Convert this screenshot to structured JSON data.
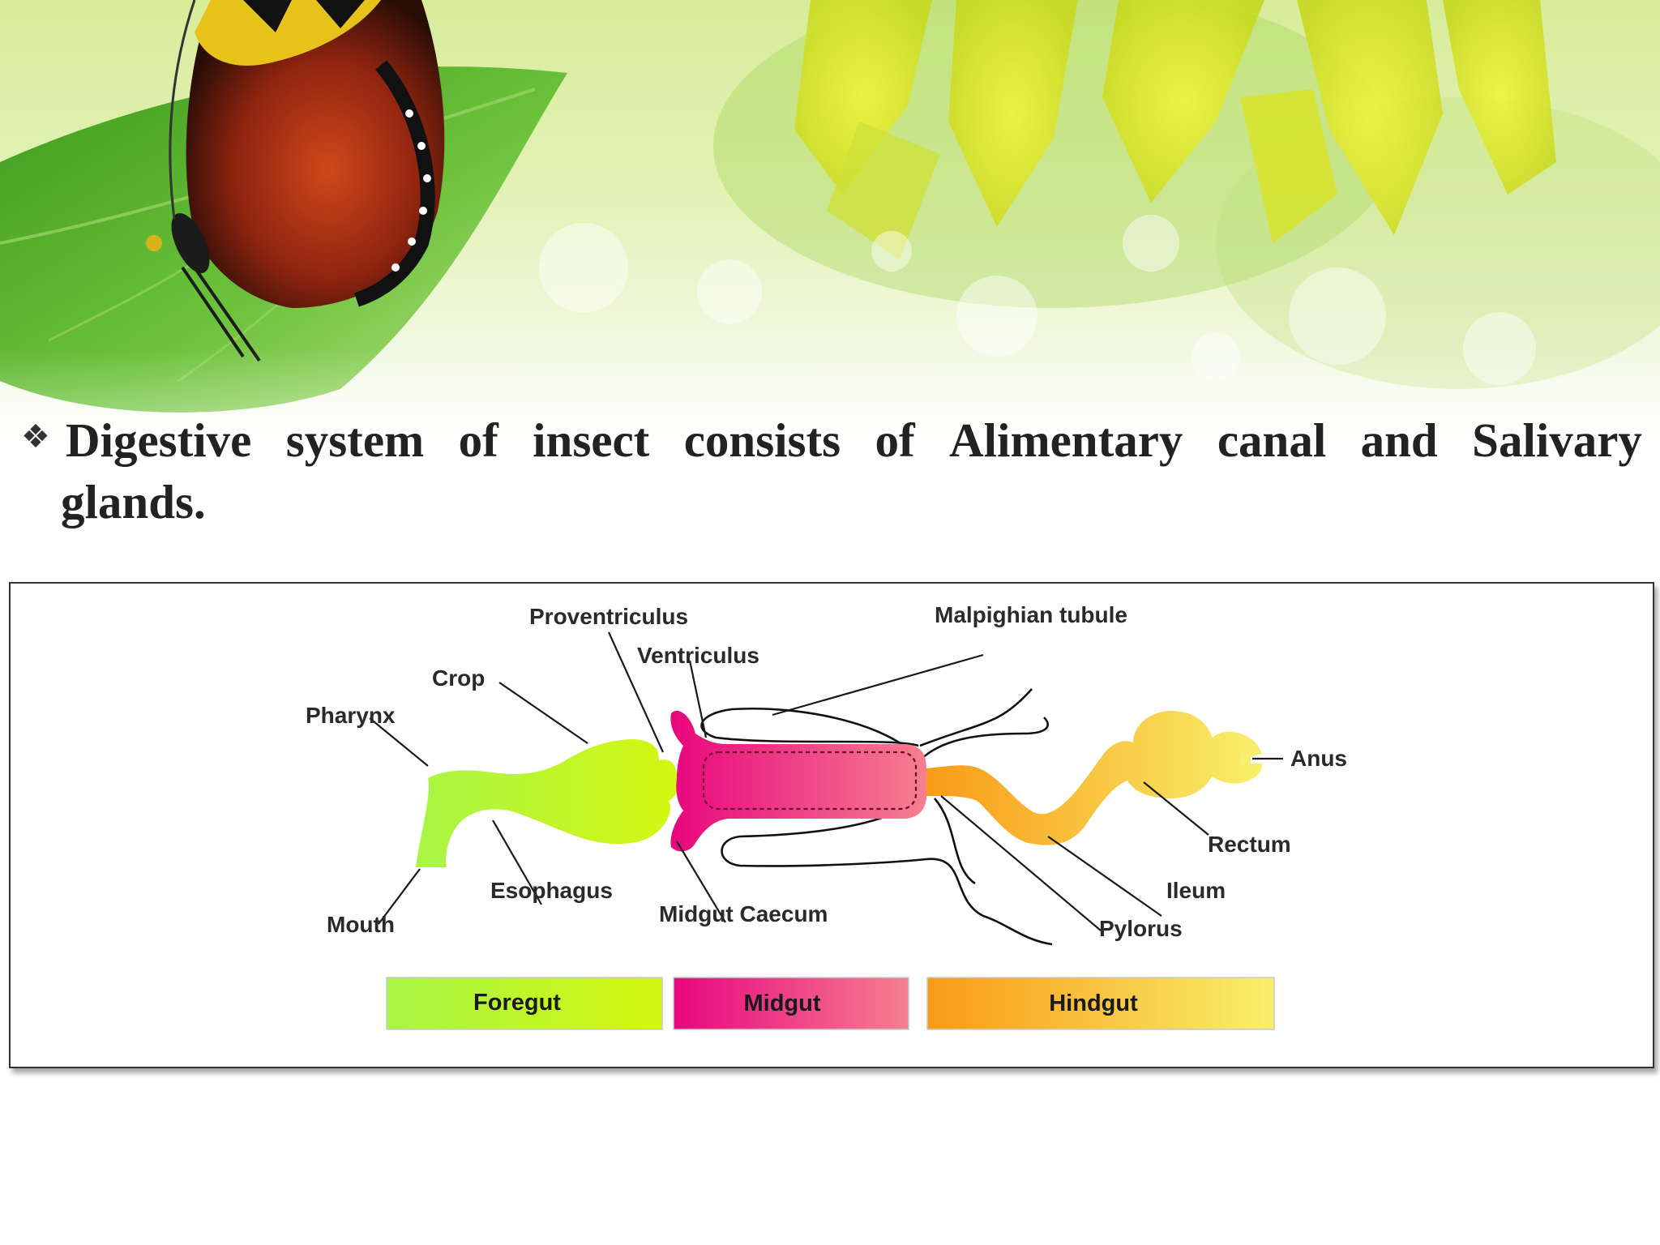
{
  "slide": {
    "bullet_symbol": "❖",
    "bullet_text": "Digestive system of insect consists of Alimentary canal and Salivary glands."
  },
  "diagram": {
    "labels": {
      "proventriculus": "Proventriculus",
      "malpighian_tubule": "Malpighian tubule",
      "ventriculus": "Ventriculus",
      "crop": "Crop",
      "pharynx": "Pharynx",
      "anus": "Anus",
      "rectum": "Rectum",
      "ileum": "Ileum",
      "esophagus": "Esophagus",
      "midgut_caecum": "Midgut Caecum",
      "pylorus": "Pylorus",
      "mouth": "Mouth"
    },
    "legend": {
      "foregut": "Foregut",
      "midgut": "Midgut",
      "hindgut": "Hindgut"
    },
    "colors": {
      "foregut_start": "#a8f545",
      "foregut_end": "#d4f70f",
      "midgut_start": "#e8067e",
      "midgut_end": "#f58090",
      "hindgut_start": "#f99a18",
      "hindgut_end": "#f8f06a"
    }
  }
}
